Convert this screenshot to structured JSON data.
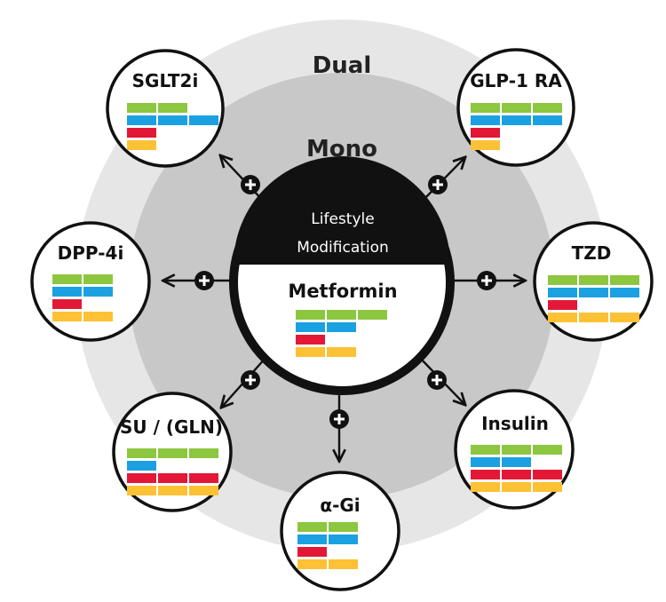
{
  "rings": {
    "outer_label": "Dual",
    "inner_label": "Mono"
  },
  "center": {
    "top_label_line1": "Lifestyle",
    "top_label_line2": "Modification",
    "bottom_label": "Metformin"
  },
  "agents": [
    {
      "id": "sglt2i",
      "label": "SGLT2i"
    },
    {
      "id": "glp1ra",
      "label": "GLP-1 RA"
    },
    {
      "id": "dpp4i",
      "label": "DPP-4i"
    },
    {
      "id": "tzd",
      "label": "TZD"
    },
    {
      "id": "su",
      "label": "SU / (GLN)"
    },
    {
      "id": "insulin",
      "label": "Insulin"
    },
    {
      "id": "agi",
      "label": "α-Gi"
    }
  ],
  "colors": {
    "green": "#8dc63f",
    "blue": "#1ba1e2",
    "red": "#e31837",
    "yellow": "#fcc134",
    "outer_ring": "#e6e6e6",
    "inner_ring": "#c8c8c8",
    "dark": "#111111"
  }
}
